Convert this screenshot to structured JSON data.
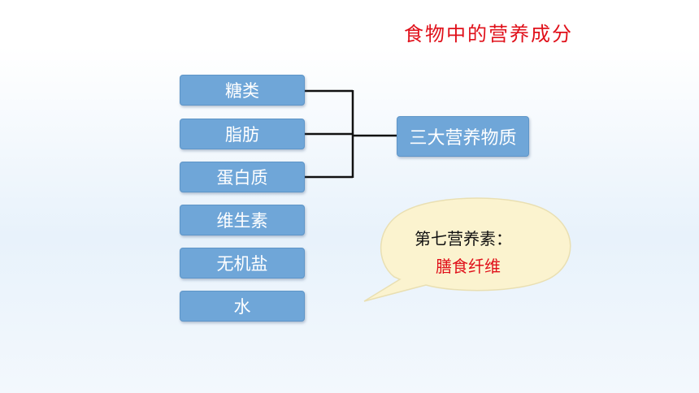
{
  "title": "食物中的营养成分",
  "nutrients": [
    "糖类",
    "脂肪",
    "蛋白质",
    "维生素",
    "无机盐",
    "水"
  ],
  "summary": "三大营养物质",
  "callout": {
    "line1": "第七营养素：",
    "line2": "膳食纤维"
  },
  "colors": {
    "title": "#e0101a",
    "box_fill": "#6fa6d8",
    "bubble_fill": "#fbf3cf",
    "highlight": "#e0101a"
  }
}
